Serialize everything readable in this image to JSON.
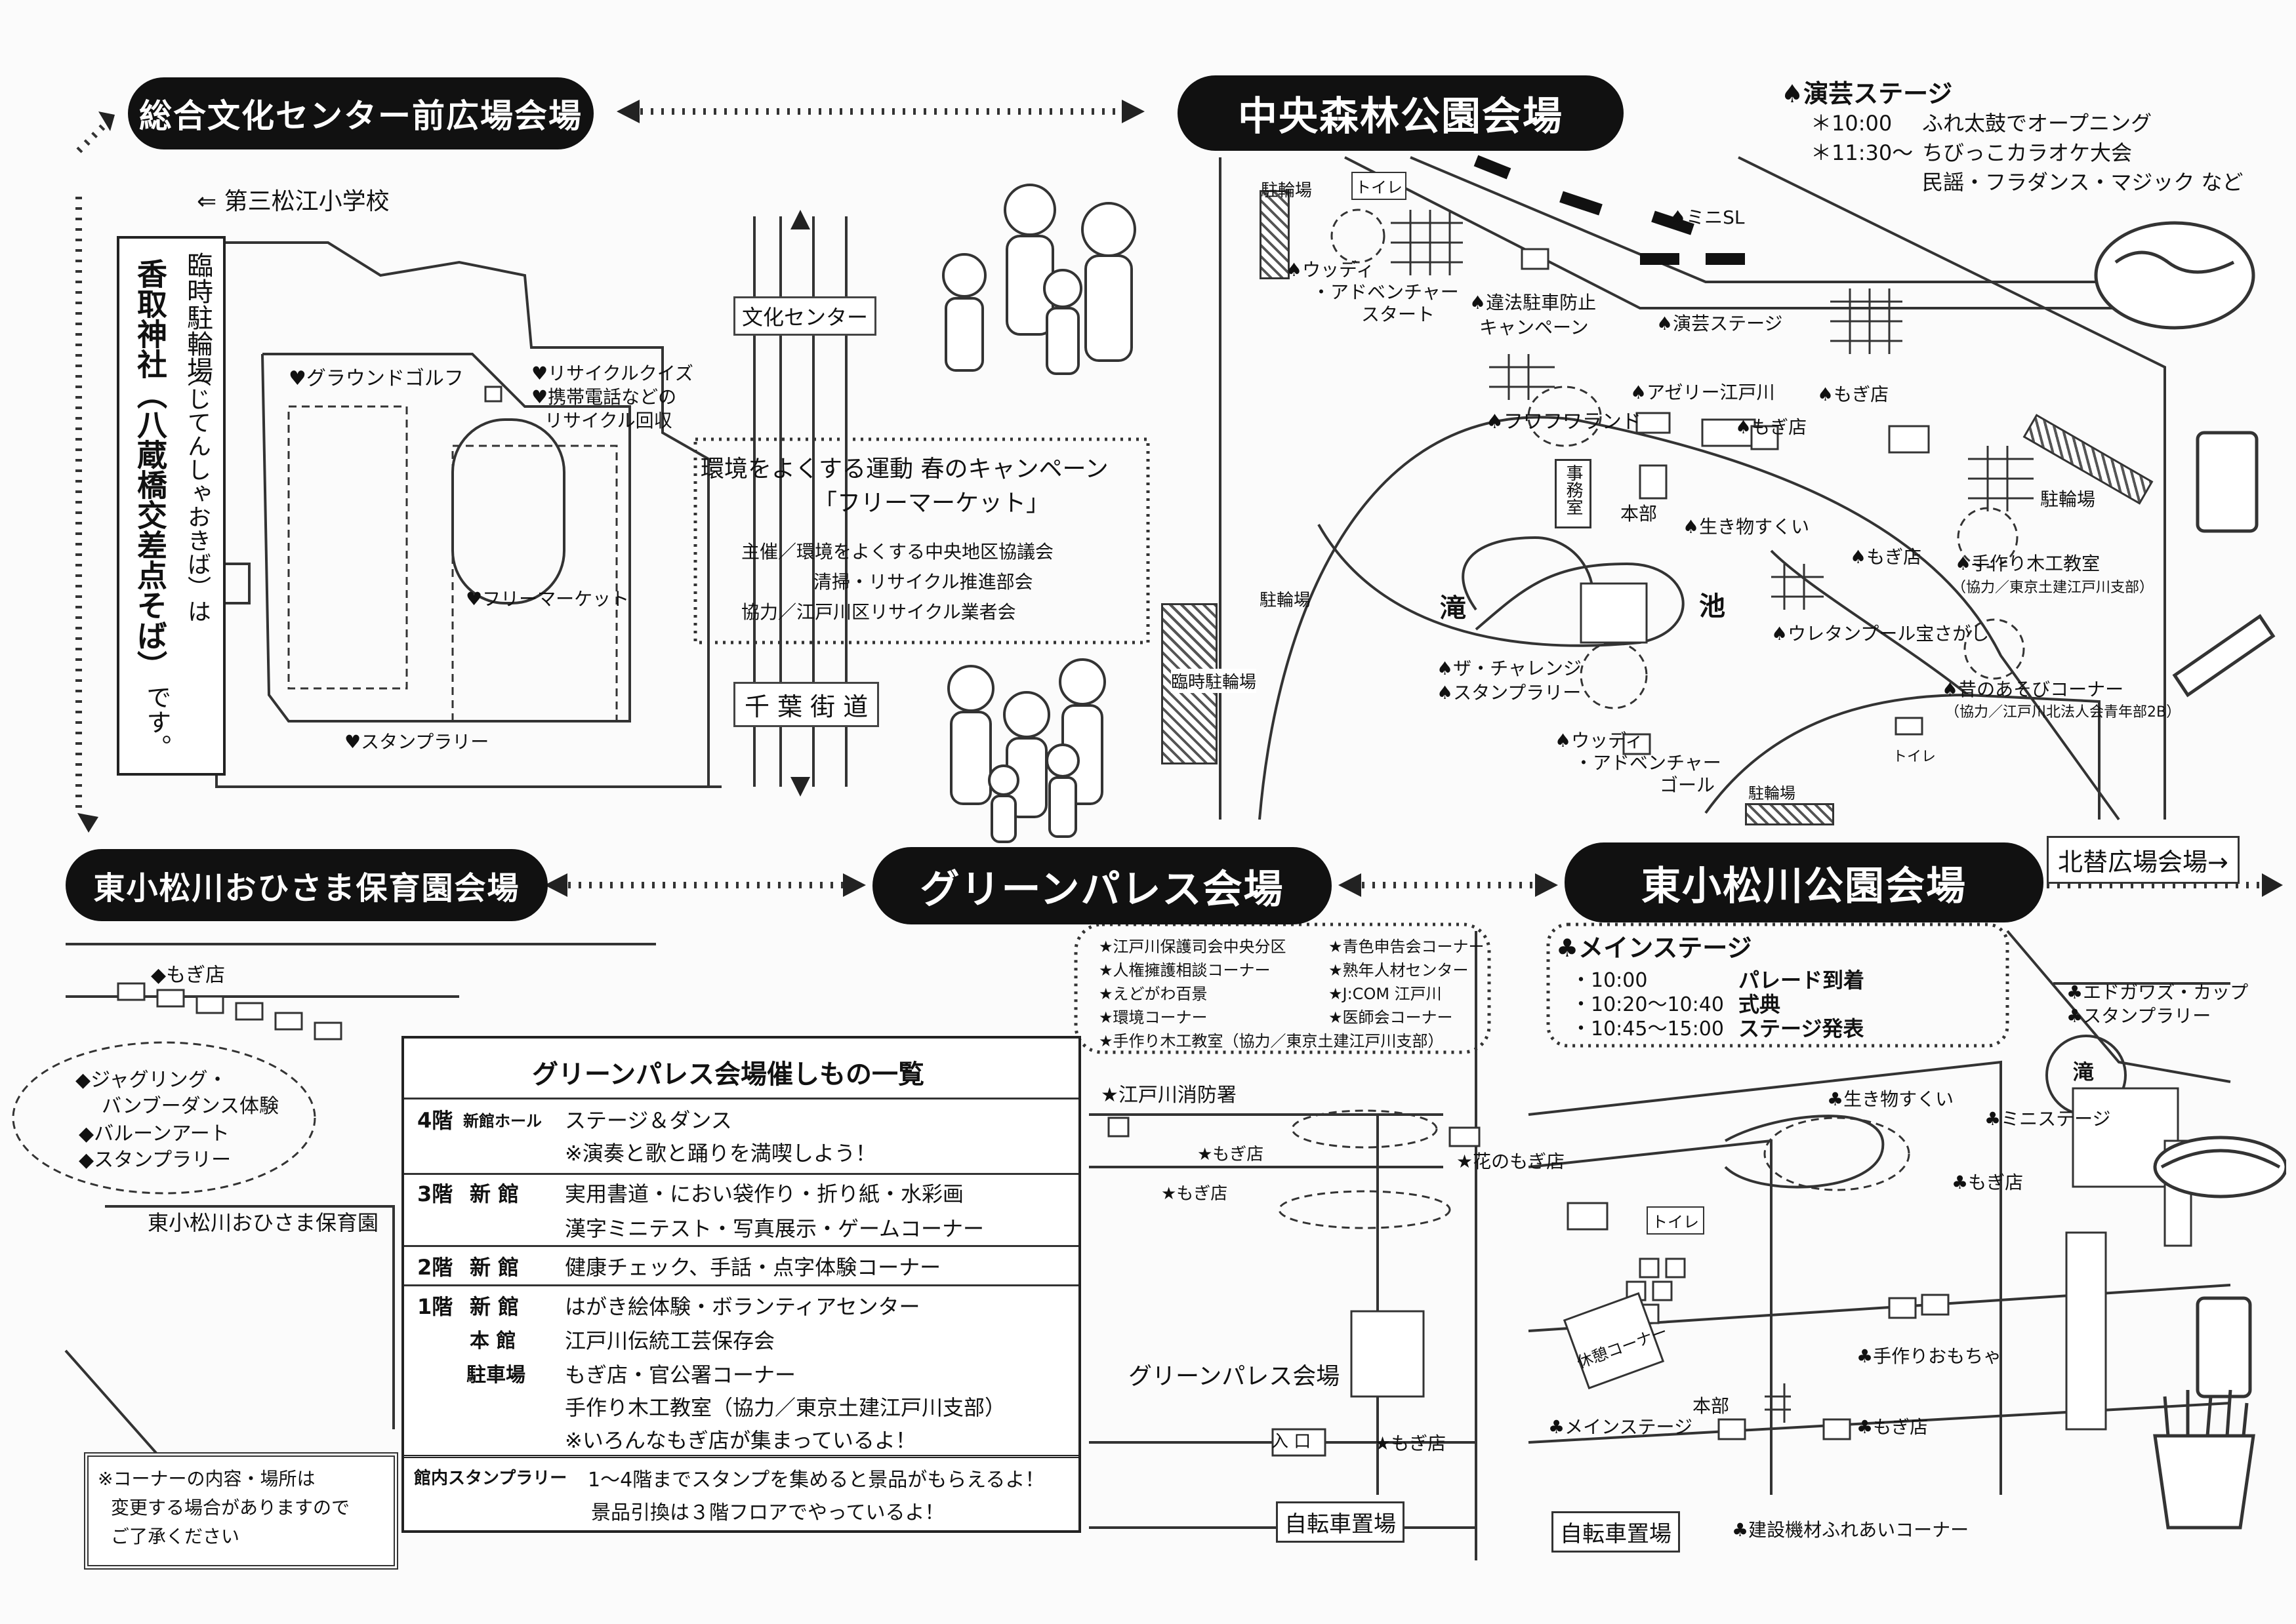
{
  "venues": {
    "sogo": "総合文化センター前広場会場",
    "chuo": "中央森林公園会場",
    "hoikuen": "東小松川おひさま保育園会場",
    "green": "グリーンパレス会場",
    "koen": "東小松川公園会場"
  },
  "sogo_map": {
    "school": "⇐ 第三松江小学校",
    "parking_note": [
      "臨時駐輪場",
      "（じてんしゃおきば）は",
      "香取神社（八蔵橋交差点そば）",
      "です。"
    ],
    "ground_golf": "♥グラウンドゴルフ",
    "recycle": [
      "♥リサイクルクイズ",
      "♥携帯電話などの",
      "リサイクル回収"
    ],
    "flea": "♥フリーマーケット",
    "stamp": "♥スタンプラリー",
    "bunka": "文化センター",
    "chiba": "千 葉 街 道",
    "campaign": {
      "title": "環境をよくする運動 春のキャンペーン",
      "subtitle": "「フリーマーケット」",
      "line1": "主催／環境をよくする中央地区協議会",
      "line2": "清掃・リサイクル推進部会",
      "line3": "協力／江戸川区リサイクル業者会"
    }
  },
  "chuo_map": {
    "stage_title": "♠演芸ステージ",
    "stage_lines": [
      {
        "time": "＊10:00",
        "text": "ふれ太鼓でオープニング"
      },
      {
        "time": "＊11:30〜",
        "text": "ちびっこカラオケ大会"
      },
      {
        "time": "",
        "text": "民謡・フラダンス・マジック など"
      }
    ],
    "labels": {
      "parking1": "駐輪場",
      "toilet1": "トイレ",
      "mini_sl": "♠ミニSL",
      "woody_start": [
        "♠ウッディ",
        "・アドベンチャー",
        "スタート"
      ],
      "ihou": [
        "♠違法駐車防止",
        "キャンペーン"
      ],
      "engei": "♠演芸ステージ",
      "mogi1": "♠もぎ店",
      "azalea": "♠アゼリー江戸川",
      "mogi2": "♠もぎ店",
      "fuwafuwa": "♠フワフワランド",
      "office": "事務室",
      "honbu": "本部",
      "ikimono": "♠生き物すくい",
      "mogi3": "♠もぎ店",
      "parking2": "駐輪場",
      "tezukuri": "♠手作り木工教室",
      "tezukuri_sub": "（協力／東京土建江戸川支部）",
      "parking3": "駐輪場",
      "taki": "滝",
      "ike": "池",
      "urethane": "♠ウレタンプール宝さがし",
      "rinji": "臨時駐輪場",
      "challenge": [
        "♠ザ・チャレンジ",
        "♠スタンプラリー"
      ],
      "mukashi": "♠昔のあそびコーナー",
      "mukashi_sub": "（協力／江戸川北法人会青年部2B）",
      "woody_goal": [
        "♠ウッディ",
        "・アドベンチャー",
        "ゴール"
      ],
      "toilet2": "トイレ",
      "parking4": "駐輪場"
    }
  },
  "hoikuen_map": {
    "mogi": "◆もぎ店",
    "events": [
      "◆ジャグリング・",
      "バンブーダンス体験",
      "◆バルーンアート",
      "◆スタンプラリー"
    ],
    "name": "東小松川おひさま保育園",
    "notice": [
      "※コーナーの内容・場所は",
      "変更する場合がありますので",
      "ご了承ください"
    ]
  },
  "green_map": {
    "corners_left": [
      "★江戸川保護司会中央分区",
      "★人権擁護相談コーナー",
      "★えどがわ百景",
      "★環境コーナー",
      "★手作り木工教室（協力／東京土建江戸川支部）"
    ],
    "corners_right": [
      "★青色申告会コーナー",
      "★熟年人材センター",
      "★J:COM 江戸川",
      "★医師会コーナー"
    ],
    "fire": "★江戸川消防署",
    "mogi1": "★もぎ店",
    "hananomogi": "★花のもぎ店",
    "mogi2": "★もぎ店",
    "building": "グリーンパレス会場",
    "entrance": "入 口",
    "mogi3": "★もぎ店",
    "bicycle": "自転車置場"
  },
  "program": {
    "title": "グリーンパレス会場催しもの一覧",
    "rows": [
      {
        "floor": "4階",
        "wing": "新館ホール",
        "items": [
          "ステージ＆ダンス",
          "※演奏と歌と踊りを満喫しよう！"
        ]
      },
      {
        "floor": "3階",
        "wing": "新 館",
        "items": [
          "実用書道・におい袋作り・折り紙・水彩画",
          "漢字ミニテスト・写真展示・ゲームコーナー"
        ]
      },
      {
        "floor": "2階",
        "wing": "新 館",
        "items": [
          "健康チェック、手話・点字体験コーナー"
        ]
      },
      {
        "floor": "1階",
        "wing": "新 館",
        "items": [
          "はがき絵体験・ボランティアセンター"
        ]
      },
      {
        "floor": "",
        "wing": "本 館",
        "items": [
          "江戸川伝統工芸保存会"
        ]
      },
      {
        "floor": "",
        "wing": "駐車場",
        "items": [
          "もぎ店・官公署コーナー",
          "手作り木工教室（協力／東京土建江戸川支部）",
          "※いろんなもぎ店が集まっているよ！"
        ]
      }
    ],
    "stamp_label": "館内スタンプラリー",
    "stamp_lines": [
      "1〜4階までスタンプを集めると景品がもらえるよ！",
      "景品引換は３階フロアでやっているよ！"
    ]
  },
  "koen_map": {
    "north": "北替広場会場→",
    "main_title": "♣メインステージ",
    "schedule": [
      {
        "time": "・10:00",
        "text": "パレード到着"
      },
      {
        "time": "・10:20〜10:40",
        "text": "式典"
      },
      {
        "time": "・10:45〜15:00",
        "text": "ステージ発表"
      }
    ],
    "edo": [
      "♣エドガワズ・カップ",
      "♣スタンプラリー"
    ],
    "taki": "滝",
    "ikimono": "♣生き物すくい",
    "ministage": "♣ミニステージ",
    "mogi1": "♣もぎ店",
    "toilet": "トイレ",
    "kyukei": "休憩コーナー",
    "tezukuri": "♣手作りおもちゃ",
    "honbu": "本部",
    "main_stage": "♣メインステージ",
    "mogi2": "♣もぎ店",
    "bicycle": "自転車置場",
    "kensetsu": "♣建設機材ふれあいコーナー"
  }
}
